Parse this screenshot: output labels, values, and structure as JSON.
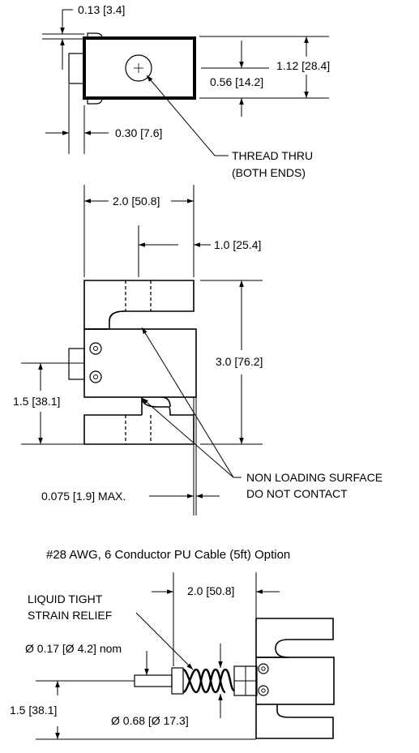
{
  "top_view": {
    "dim_edge": "0.13 [3.4]",
    "dim_height": "1.12 [28.4]",
    "dim_thread_center": "0.56 [14.2]",
    "dim_plug": "0.30 [7.6]",
    "callout_line1": "THREAD THRU",
    "callout_line2": "(BOTH ENDS)"
  },
  "front_view": {
    "dim_width": "2.0 [50.8]",
    "dim_half_width": "1.0 [25.4]",
    "dim_height": "3.0 [76.2]",
    "dim_center": "1.5 [38.1]",
    "dim_gap": "0.075 [1.9] MAX.",
    "callout_line1": "NON LOADING SURFACE",
    "callout_line2": "DO NOT CONTACT"
  },
  "cable_option": {
    "title": "#28 AWG, 6 Conductor PU Cable (5ft) Option",
    "relief_line1": "LIQUID TIGHT",
    "relief_line2": "STRAIN RELIEF",
    "dim_cable_dia": "Ø 0.17 [Ø 4.2] nom",
    "dim_length": "2.0 [50.8]",
    "dim_center": "1.5 [38.1]",
    "dim_relief_dia": "Ø 0.68 [Ø 17.3]"
  }
}
